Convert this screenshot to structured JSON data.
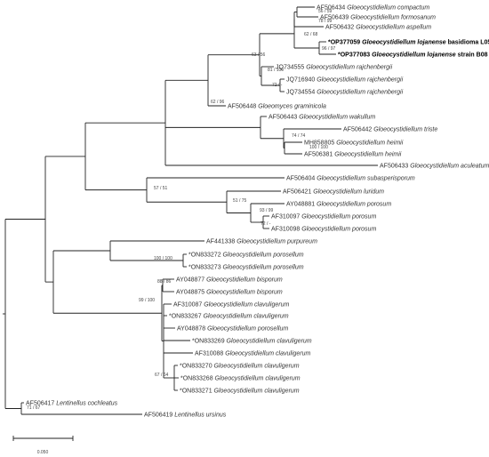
{
  "tree": {
    "taxa": [
      {
        "id": "t1",
        "acc": "AF506434",
        "species": "Gloeocystidiellum compactum",
        "suffix": "",
        "star": false,
        "bold": false
      },
      {
        "id": "t2",
        "acc": "AF506439",
        "species": "Gloeocystidiellum formosanum",
        "suffix": "",
        "star": false,
        "bold": false
      },
      {
        "id": "t3",
        "acc": "AF506432",
        "species": "Gloeocystidiellum aspellum",
        "suffix": "",
        "star": false,
        "bold": false
      },
      {
        "id": "t4",
        "acc": "OP377059",
        "species": "Gloeocystidiellum lojanense",
        "suffix": "basidioma L05",
        "star": true,
        "bold": true
      },
      {
        "id": "t5",
        "acc": "OP377083",
        "species": "Gloeocystidiellum lojanense",
        "suffix": "strain B08",
        "star": true,
        "bold": true
      },
      {
        "id": "t6",
        "acc": "JQ734555",
        "species": "Gloeocystidiellum rajchenbergii",
        "suffix": "",
        "star": false,
        "bold": false
      },
      {
        "id": "t7",
        "acc": "JQ716940",
        "species": "Gloeocystidiellum rajchenbergii",
        "suffix": "",
        "star": false,
        "bold": false
      },
      {
        "id": "t8",
        "acc": "JQ734554",
        "species": "Gloeocystidiellum rajchenbergii",
        "suffix": "",
        "star": false,
        "bold": false
      },
      {
        "id": "t9",
        "acc": "AF506448",
        "species": "Gloeomyces graminicola",
        "suffix": "",
        "star": false,
        "bold": false
      },
      {
        "id": "t10",
        "acc": "AF506443",
        "species": "Gloeocystidiellum wakullum",
        "suffix": "",
        "star": false,
        "bold": false
      },
      {
        "id": "t11",
        "acc": "AF506442",
        "species": "Gloeocystidiellum triste",
        "suffix": "",
        "star": false,
        "bold": false
      },
      {
        "id": "t12",
        "acc": "MH858805",
        "species": "Gloeocystidiellum heimii",
        "suffix": "",
        "star": false,
        "bold": false
      },
      {
        "id": "t13",
        "acc": "AF506381",
        "species": "Gloeocystidiellum heimii",
        "suffix": "",
        "star": false,
        "bold": false
      },
      {
        "id": "t14",
        "acc": "AF506433",
        "species": "Gloeocystidiellum aculeatum",
        "suffix": "",
        "star": false,
        "bold": false
      },
      {
        "id": "t15",
        "acc": "AF506404",
        "species": "Gloeocystidiellum subasperisporum",
        "suffix": "",
        "star": false,
        "bold": false
      },
      {
        "id": "t16",
        "acc": "AF506421",
        "species": "Gloeocystidiellum luridum",
        "suffix": "",
        "star": false,
        "bold": false
      },
      {
        "id": "t17",
        "acc": "AY048881",
        "species": "Gloeocystidiellum porosum",
        "suffix": "",
        "star": false,
        "bold": false
      },
      {
        "id": "t18",
        "acc": "AF310097",
        "species": "Gloeocystidiellum porosum",
        "suffix": "",
        "star": false,
        "bold": false
      },
      {
        "id": "t19",
        "acc": "AF310098",
        "species": "Gloeocystidiellum porosum",
        "suffix": "",
        "star": false,
        "bold": false
      },
      {
        "id": "t20",
        "acc": "AF441338",
        "species": "Gloeocystidiellum purpureum",
        "suffix": "",
        "star": false,
        "bold": false
      },
      {
        "id": "t21",
        "acc": "ON833272",
        "species": "Gloeocystidiellum porosellum",
        "suffix": "",
        "star": true,
        "bold": false
      },
      {
        "id": "t22",
        "acc": "ON833273",
        "species": "Gloeocystidiellum porosellum",
        "suffix": "",
        "star": true,
        "bold": false
      },
      {
        "id": "t23",
        "acc": "AY048877",
        "species": "Gloeocystidiellum bisporum",
        "suffix": "",
        "star": false,
        "bold": false
      },
      {
        "id": "t24",
        "acc": "AY048875",
        "species": "Gloeocystidiellum bisporum",
        "suffix": "",
        "star": false,
        "bold": false
      },
      {
        "id": "t25",
        "acc": "AF310087",
        "species": "Gloeocystidiellum clavuligerum",
        "suffix": "",
        "star": false,
        "bold": false
      },
      {
        "id": "t26",
        "acc": "ON833267",
        "species": "Gloeocystidiellum clavuligerum",
        "suffix": "",
        "star": true,
        "bold": false
      },
      {
        "id": "t27",
        "acc": "AY048878",
        "species": "Gloeocystidiellum porosellum",
        "suffix": "",
        "star": false,
        "bold": false
      },
      {
        "id": "t28",
        "acc": "ON833269",
        "species": "Gloeocystidiellum clavuligerum",
        "suffix": "",
        "star": true,
        "bold": false
      },
      {
        "id": "t29",
        "acc": "AF310088",
        "species": "Gloeocystidiellum clavuligerum",
        "suffix": "",
        "star": false,
        "bold": false
      },
      {
        "id": "t30",
        "acc": "ON833270",
        "species": "Gloeocystidiellum clavuligerum",
        "suffix": "",
        "star": true,
        "bold": false
      },
      {
        "id": "t31",
        "acc": "ON833268",
        "species": "Gloeocystidiellum clavuligerum",
        "suffix": "",
        "star": true,
        "bold": false
      },
      {
        "id": "t32",
        "acc": "ON833271",
        "species": "Gloeocystidiellum clavuligerum",
        "suffix": "",
        "star": true,
        "bold": false
      },
      {
        "id": "t33",
        "acc": "AF506417",
        "species": "Lentinellus cochleatus",
        "suffix": "",
        "star": false,
        "bold": false
      },
      {
        "id": "t34",
        "acc": "AF506419",
        "species": "Lentinellus ursinus",
        "suffix": "",
        "star": false,
        "bold": false
      }
    ],
    "supports": {
      "s_compact_formosan": "56 / 59",
      "s_aspellum_group": "78 / 99",
      "s_lojanense_group": "62 / 68",
      "s_lojanense": "96 / 97",
      "s_upper": "63 / 56",
      "s_rajch": "81 / 100",
      "s_rajch_inner": "72 / -",
      "s_big": "62 / 96",
      "s_triste": "74 / 74",
      "s_heimii": "100 / 100",
      "s_sub": "57 / 51",
      "s_luridum": "51 / 75",
      "s_porosum": "93 / 99",
      "s_porosum_inner": "72 / -",
      "s_porosellum": "100 / 100",
      "s_bisporum": "88 / 86",
      "s_bispclav": "99 / 100",
      "s_clav_low": "67 / 64",
      "s_outgroup": "71 / 67"
    },
    "scale_label": "0.050"
  }
}
